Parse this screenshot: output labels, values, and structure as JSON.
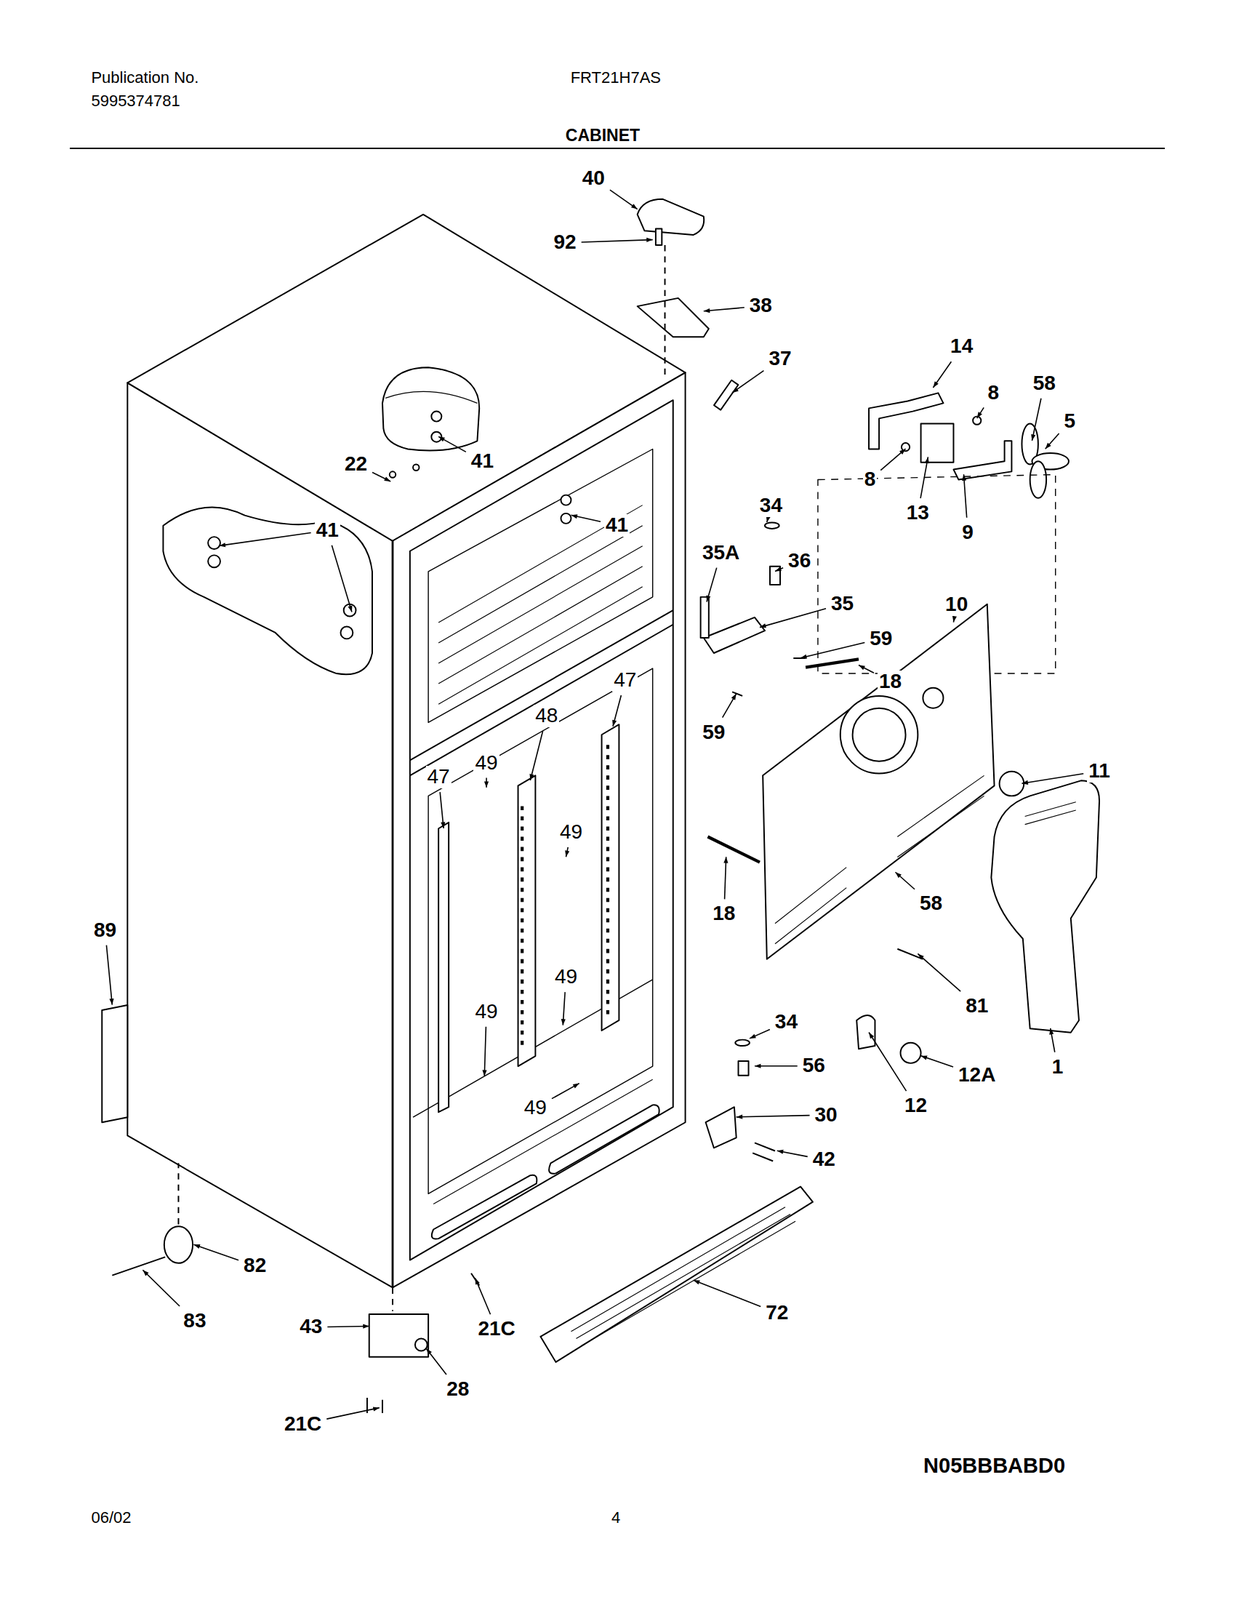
{
  "diagram": {
    "title": "CABINET",
    "labels": [
      "Publication No.",
      "5995374781",
      "FRT21H7AS",
      "40",
      "92",
      "38",
      "37",
      "14",
      "8",
      "58",
      "5",
      "22",
      "41",
      "41",
      "41",
      "8",
      "13",
      "9",
      "34",
      "35A",
      "36",
      "35",
      "10",
      "59",
      "59",
      "18",
      "47",
      "48",
      "47",
      "49",
      "49",
      "11",
      "18",
      "58",
      "89",
      "49",
      "49",
      "81",
      "34",
      "56",
      "12A",
      "1",
      "49",
      "30",
      "12",
      "42",
      "82",
      "83",
      "72",
      "21C",
      "43",
      "28",
      "21C",
      "06/02",
      "4",
      "N05BBBABD0"
    ]
  }
}
